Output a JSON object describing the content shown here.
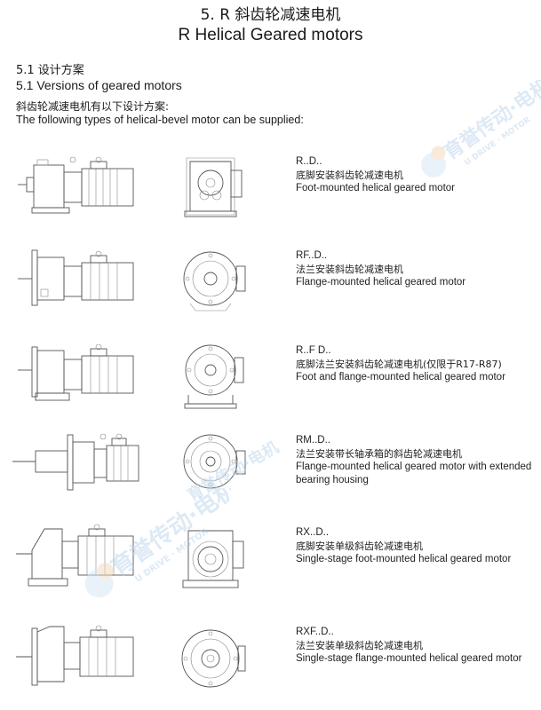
{
  "title": {
    "cn": "5. R 斜齿轮减速电机",
    "en": "R Helical Geared motors"
  },
  "section": {
    "cn": "5.1 设计方案",
    "en": "5.1 Versions of geared motors"
  },
  "intro": {
    "cn": "斜齿轮减速电机有以下设计方案:",
    "en": "The following types of helical-bevel motor can be supplied:"
  },
  "versions": [
    {
      "code": "R..D..",
      "cn": "底脚安装斜齿轮减速电机",
      "en": "Foot-mounted helical geared motor",
      "en2": ""
    },
    {
      "code": "RF..D..",
      "cn": "法兰安装斜齿轮减速电机",
      "en": "Flange-mounted helical geared motor",
      "en2": ""
    },
    {
      "code": "R..F D..",
      "cn": "底脚法兰安装斜齿轮减速电机(仅限于R17-R87)",
      "en": "Foot and flange-mounted helical geared motor",
      "en2": ""
    },
    {
      "code": "RM..D..",
      "cn": "法兰安装带长轴承箱的斜齿轮减速电机",
      "en": "Flange-mounted helical geared motor with extended",
      "en2": "bearing housing"
    },
    {
      "code": "RX..D..",
      "cn": "底脚安装单级斜齿轮减速电机",
      "en": "Single-stage foot-mounted helical geared motor",
      "en2": ""
    },
    {
      "code": "RXF..D..",
      "cn": "法兰安装单级斜齿轮减速电机",
      "en": "Single-stage flange-mounted helical geared motor",
      "en2": ""
    }
  ],
  "watermark": {
    "cn": "育誉传动·电机",
    "en": "U DRIVE · MOTOR",
    "color": "#bcd4ec"
  }
}
